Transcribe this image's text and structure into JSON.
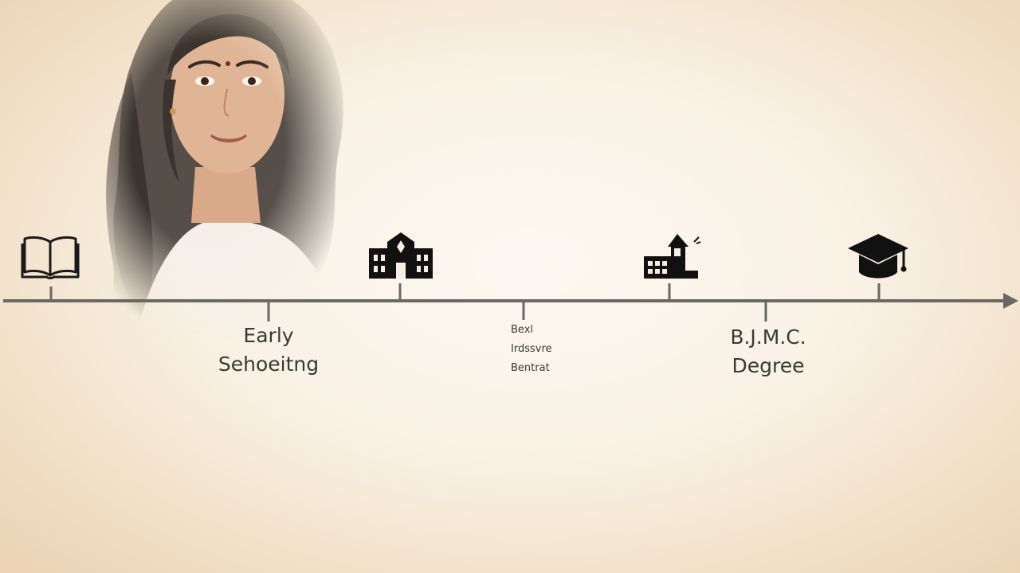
{
  "diagram": {
    "type": "timeline",
    "axis_color": "#6b6762",
    "icon_color": "#111111",
    "text_color": "#3b3936",
    "markers": [
      {
        "icon": "open-book-icon"
      },
      {
        "icon": "school-building-icon"
      },
      {
        "icon": "college-building-icon"
      },
      {
        "icon": "graduation-cap-icon"
      }
    ],
    "labels": [
      {
        "lines": [
          "Early",
          "Sehoeitng"
        ]
      },
      {
        "lines": [
          "Bexl",
          "Irdssvre",
          "Bentrat"
        ]
      },
      {
        "lines": [
          "B.J.M.C.",
          "Degree"
        ]
      }
    ]
  }
}
